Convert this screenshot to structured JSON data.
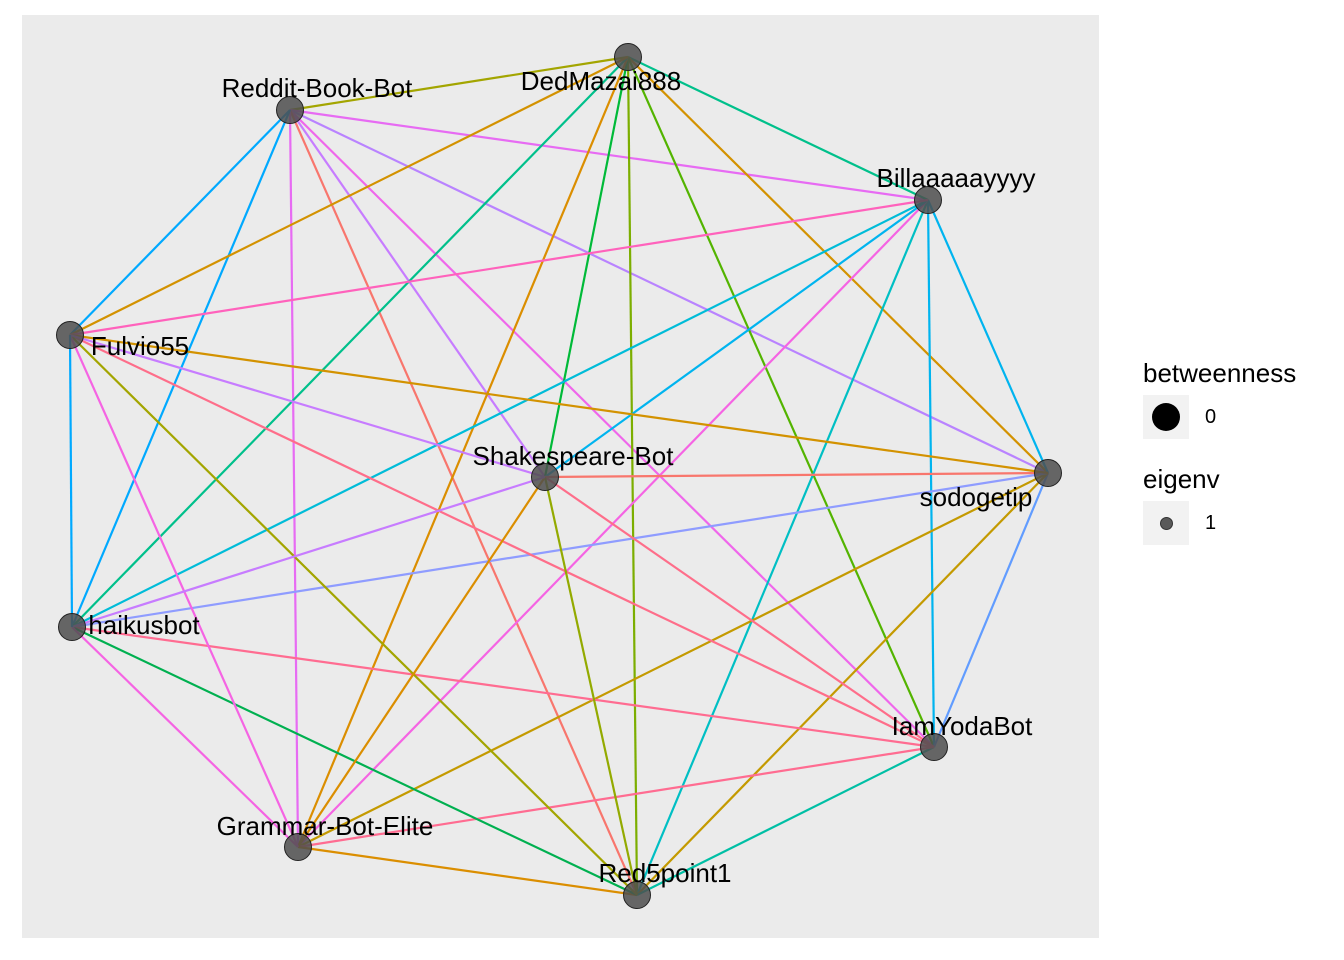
{
  "nodes": [
    {
      "id": "DedMazai888",
      "label": "DedMazai888"
    },
    {
      "id": "Reddit-Book-Bot",
      "label": "Reddit-Book-Bot"
    },
    {
      "id": "Billaaaaayyyy",
      "label": "Billaaaaayyyy"
    },
    {
      "id": "Fulvio55",
      "label": "Fulvio55"
    },
    {
      "id": "Shakespeare-Bot",
      "label": "Shakespeare-Bot"
    },
    {
      "id": "sodogetip",
      "label": "sodogetip"
    },
    {
      "id": "haikusbot",
      "label": "haikusbot"
    },
    {
      "id": "IamYodaBot",
      "label": "IamYodaBot"
    },
    {
      "id": "Grammar-Bot-Elite",
      "label": "Grammar-Bot-Elite"
    },
    {
      "id": "Red5point1",
      "label": "Red5point1"
    }
  ],
  "edges": [
    {
      "from": "Reddit-Book-Bot",
      "to": "DedMazai888",
      "color": "#a3a500"
    },
    {
      "from": "Reddit-Book-Bot",
      "to": "Billaaaaayyyy",
      "color": "#e76bf3"
    },
    {
      "from": "Reddit-Book-Bot",
      "to": "sodogetip",
      "color": "#b983ff"
    },
    {
      "from": "Reddit-Book-Bot",
      "to": "Shakespeare-Bot",
      "color": "#c77cff"
    },
    {
      "from": "Reddit-Book-Bot",
      "to": "IamYodaBot",
      "color": "#ef67eb"
    },
    {
      "from": "Reddit-Book-Bot",
      "to": "Red5point1",
      "color": "#f8766d"
    },
    {
      "from": "Reddit-Book-Bot",
      "to": "Grammar-Bot-Elite",
      "color": "#e76bf3"
    },
    {
      "from": "Reddit-Book-Bot",
      "to": "Fulvio55",
      "color": "#00a9ff"
    },
    {
      "from": "Reddit-Book-Bot",
      "to": "haikusbot",
      "color": "#00a9ff"
    },
    {
      "from": "DedMazai888",
      "to": "Billaaaaayyyy",
      "color": "#00c08b"
    },
    {
      "from": "DedMazai888",
      "to": "sodogetip",
      "color": "#d39200"
    },
    {
      "from": "DedMazai888",
      "to": "IamYodaBot",
      "color": "#53b400"
    },
    {
      "from": "DedMazai888",
      "to": "Red5point1",
      "color": "#7cae00"
    },
    {
      "from": "DedMazai888",
      "to": "Shakespeare-Bot",
      "color": "#00ba38"
    },
    {
      "from": "DedMazai888",
      "to": "Grammar-Bot-Elite",
      "color": "#db8e00"
    },
    {
      "from": "DedMazai888",
      "to": "haikusbot",
      "color": "#00c08b"
    },
    {
      "from": "DedMazai888",
      "to": "Fulvio55",
      "color": "#d39200"
    },
    {
      "from": "Billaaaaayyyy",
      "to": "sodogetip",
      "color": "#00b4ef"
    },
    {
      "from": "Billaaaaayyyy",
      "to": "IamYodaBot",
      "color": "#00b4ef"
    },
    {
      "from": "Billaaaaayyyy",
      "to": "Red5point1",
      "color": "#00bfc4"
    },
    {
      "from": "Billaaaaayyyy",
      "to": "Grammar-Bot-Elite",
      "color": "#f564e3"
    },
    {
      "from": "Billaaaaayyyy",
      "to": "Shakespeare-Bot",
      "color": "#00b4ef"
    },
    {
      "from": "Billaaaaayyyy",
      "to": "haikusbot",
      "color": "#00bcd8"
    },
    {
      "from": "Billaaaaayyyy",
      "to": "Fulvio55",
      "color": "#ff62bc"
    },
    {
      "from": "sodogetip",
      "to": "IamYodaBot",
      "color": "#619cff"
    },
    {
      "from": "sodogetip",
      "to": "Red5point1",
      "color": "#c49a00"
    },
    {
      "from": "sodogetip",
      "to": "Grammar-Bot-Elite",
      "color": "#c49a00"
    },
    {
      "from": "sodogetip",
      "to": "Shakespeare-Bot",
      "color": "#f8766d"
    },
    {
      "from": "sodogetip",
      "to": "haikusbot",
      "color": "#8f9cff"
    },
    {
      "from": "sodogetip",
      "to": "Fulvio55",
      "color": "#d39200"
    },
    {
      "from": "IamYodaBot",
      "to": "Red5point1",
      "color": "#00bfa5"
    },
    {
      "from": "IamYodaBot",
      "to": "Grammar-Bot-Elite",
      "color": "#ff6c91"
    },
    {
      "from": "IamYodaBot",
      "to": "Shakespeare-Bot",
      "color": "#fe6e8a"
    },
    {
      "from": "IamYodaBot",
      "to": "haikusbot",
      "color": "#ff6c91"
    },
    {
      "from": "IamYodaBot",
      "to": "Fulvio55",
      "color": "#fe6e8a"
    },
    {
      "from": "Red5point1",
      "to": "Grammar-Bot-Elite",
      "color": "#db8e00"
    },
    {
      "from": "Red5point1",
      "to": "Shakespeare-Bot",
      "color": "#93aa00"
    },
    {
      "from": "Red5point1",
      "to": "haikusbot",
      "color": "#00b050"
    },
    {
      "from": "Red5point1",
      "to": "Fulvio55",
      "color": "#a3a500"
    },
    {
      "from": "Grammar-Bot-Elite",
      "to": "Shakespeare-Bot",
      "color": "#db8e00"
    },
    {
      "from": "Grammar-Bot-Elite",
      "to": "haikusbot",
      "color": "#f564e3"
    },
    {
      "from": "Grammar-Bot-Elite",
      "to": "Fulvio55",
      "color": "#f564e3"
    },
    {
      "from": "Shakespeare-Bot",
      "to": "haikusbot",
      "color": "#c77cff"
    },
    {
      "from": "Shakespeare-Bot",
      "to": "Fulvio55",
      "color": "#c77cff"
    },
    {
      "from": "haikusbot",
      "to": "Fulvio55",
      "color": "#00a9ff"
    }
  ],
  "legend": {
    "size_title": "betweenness",
    "size_value": "0",
    "alpha_title": "eigenv",
    "alpha_value": "1"
  },
  "colors": {
    "panel_background": "#ebebeb",
    "node_fill": "#4d4d4d"
  }
}
